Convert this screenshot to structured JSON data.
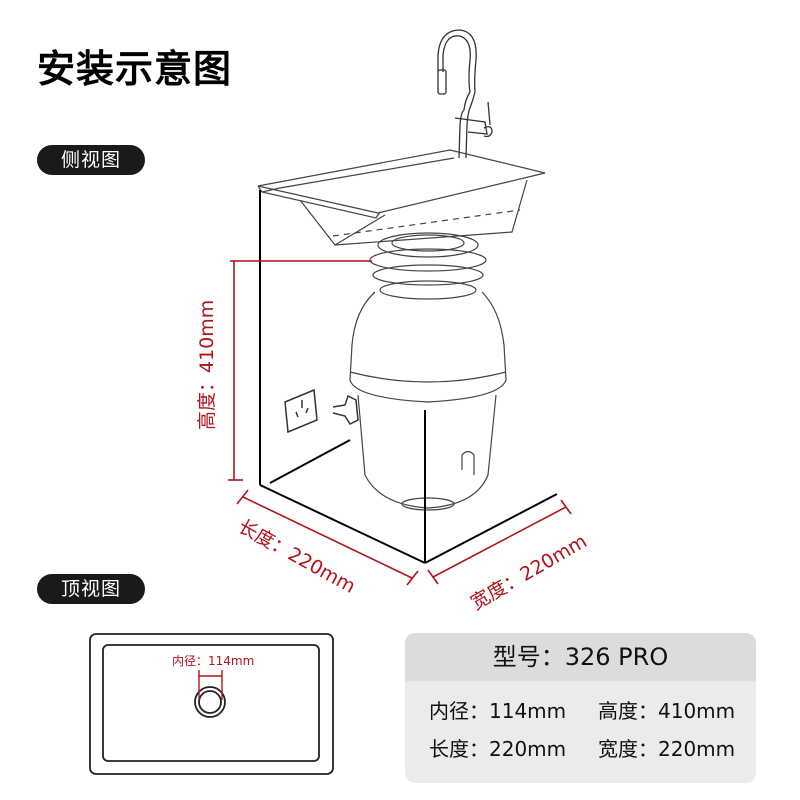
{
  "title": "安装示意图",
  "sections": {
    "side_view_label": "侧视图",
    "top_view_label": "顶视图"
  },
  "dimensions": {
    "height_label": "高度：410mm",
    "length_label": "长度：220mm",
    "width_label": "宽度：220mm",
    "inner_diameter_label": "内径：114mm"
  },
  "spec_card": {
    "model": "型号：326 PRO",
    "rows": [
      {
        "left": "内径：114mm",
        "right": "高度：410mm"
      },
      {
        "left": "长度：220mm",
        "right": "宽度：220mm"
      }
    ]
  },
  "colors": {
    "dimension_red": "#b1121b",
    "pill_bg": "#1a1a1a",
    "card_bg": "#ebebea",
    "card_header_bg": "#dcdcda"
  }
}
